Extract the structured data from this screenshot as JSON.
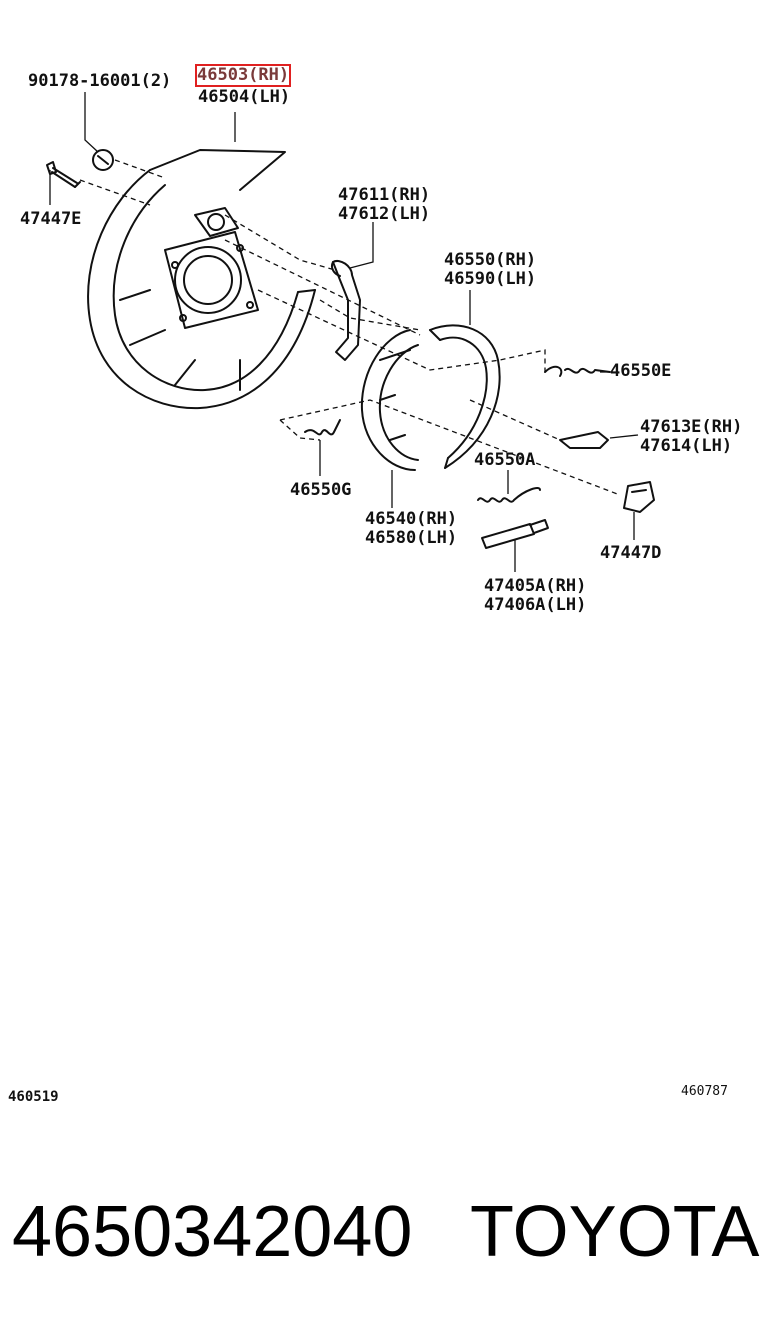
{
  "labels": {
    "bolt_clip": "90178-16001(2)",
    "plate_rh": "46503(RH)",
    "plate_lh": "46504(LH)",
    "bolt": "47447E",
    "lever_rh": "47611(RH)",
    "lever_lh": "47612(LH)",
    "shoe_rh": "46550(RH)",
    "shoe_lh": "46590(LH)",
    "spring_e": "46550E",
    "plate2_rh": "47613E(RH)",
    "plate2_lh": "47614(LH)",
    "spring_a": "46550A",
    "spring_g": "46550G",
    "shoe2_rh": "46540(RH)",
    "shoe2_lh": "46580(LH)",
    "strut_rh": "47405A(RH)",
    "strut_lh": "47406A(LH)",
    "cap": "47447D"
  },
  "figure_codes": {
    "left": "460519",
    "right": "460787"
  },
  "footer": {
    "part_number": "4650342040",
    "brand": "TOYOTA"
  },
  "colors": {
    "highlight": "#e02020",
    "ink": "#111111"
  }
}
